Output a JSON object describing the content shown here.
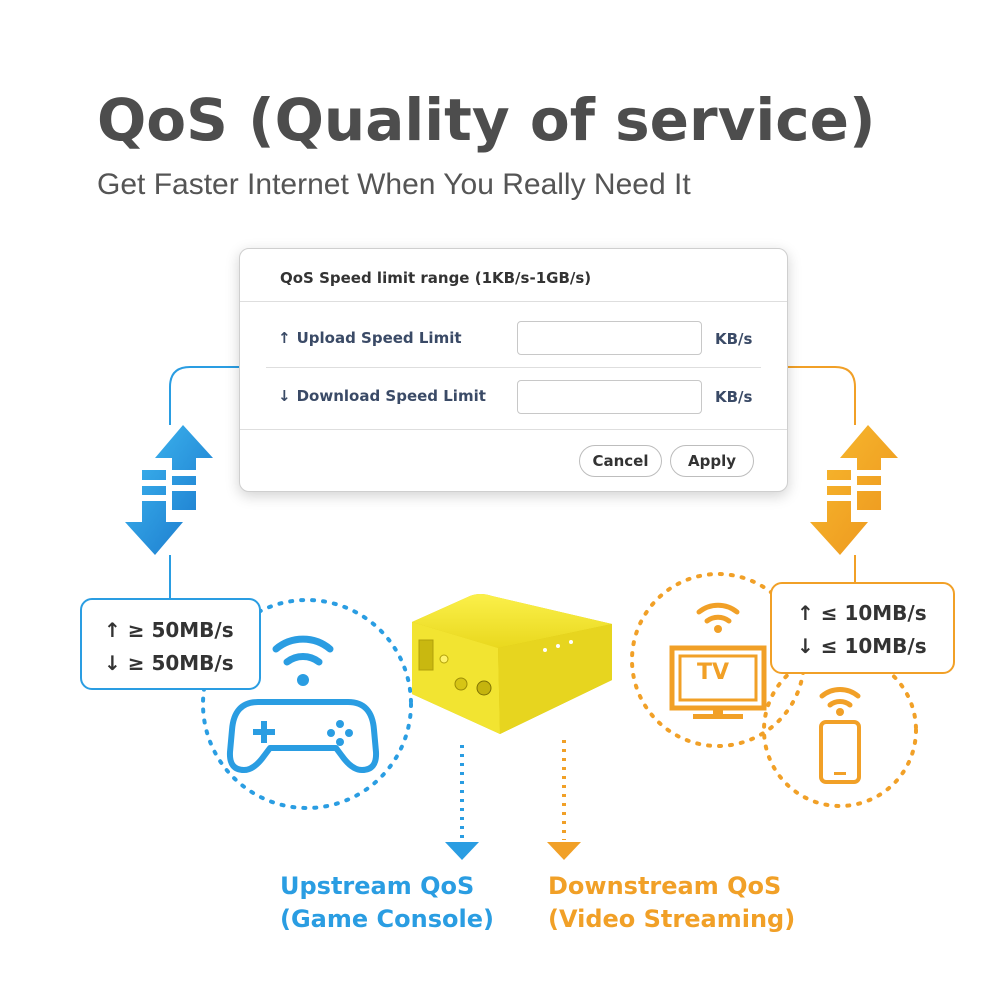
{
  "header": {
    "title": "QoS (Quality of service)",
    "subtitle": "Get Faster Internet When You Really Need It"
  },
  "dialog": {
    "title": "QoS Speed limit range (1KB/s-1GB/s)",
    "upload": {
      "arrow": "↑",
      "label": "Upload Speed Limit",
      "value": "",
      "unit": "KB/s"
    },
    "download": {
      "arrow": "↓",
      "label": "Download Speed Limit",
      "value": "",
      "unit": "KB/s"
    },
    "cancel_label": "Cancel",
    "apply_label": "Apply"
  },
  "upstream": {
    "up_text": "↑ ≥ 50MB/s",
    "down_text": "↓ ≥ 50MB/s",
    "label_line1": "Upstream QoS",
    "label_line2": "(Game Console)",
    "color": "#2a9de2"
  },
  "downstream": {
    "up_text": "↑ ≤ 10MB/s",
    "down_text": "↓ ≤ 10MB/s",
    "label_line1": "Downstream QoS",
    "label_line2": "(Video Streaming)",
    "color": "#f1a027",
    "tv_text": "TV"
  },
  "icons": [
    "gamepad-icon",
    "wifi-icon",
    "tv-icon",
    "smartphone-icon",
    "router-image",
    "up-down-arrows-icon"
  ]
}
